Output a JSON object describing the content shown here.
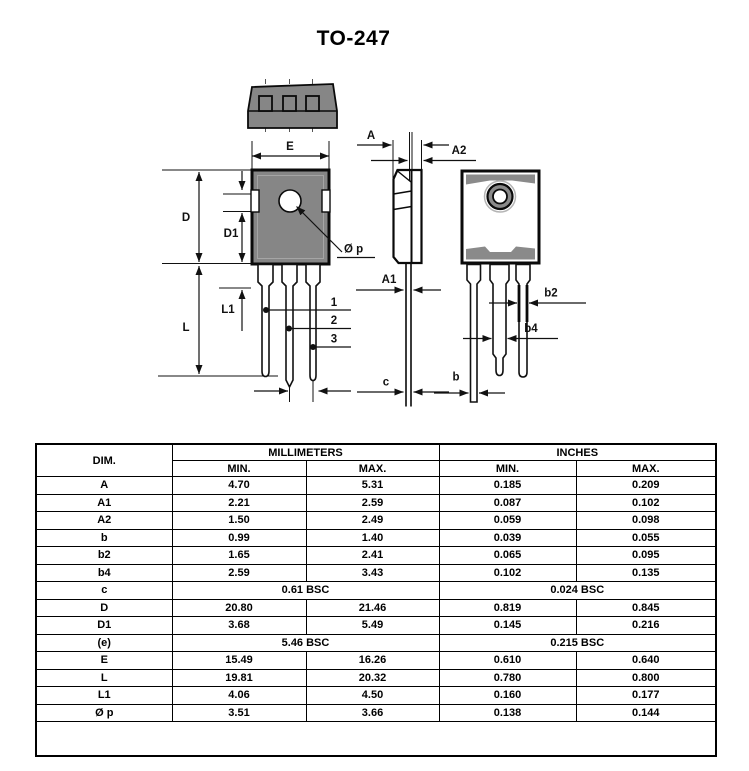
{
  "page": {
    "title": "TO-247"
  },
  "drawing": {
    "labels": {
      "E": "E",
      "D": "D",
      "D1": "D1",
      "L": "L",
      "L1": "L1",
      "A": "A",
      "A2": "A2",
      "A1": "A1",
      "c": "c",
      "b": "b",
      "b2": "b2",
      "b4": "b4",
      "dia_p": "Ø p",
      "pin1": "1",
      "pin2": "2",
      "pin3": "3"
    },
    "colors": {
      "body": "#868686",
      "band": "#8a8a8a",
      "outline": "#0a0a0a"
    }
  },
  "table": {
    "dim_header": "DIM.",
    "group_headers": {
      "mm": "MILLIMETERS",
      "in": "INCHES"
    },
    "sub_headers": {
      "mm_min": "MIN.",
      "mm_max": "MAX.",
      "in_min": "MIN.",
      "in_max": "MAX."
    },
    "rows": [
      {
        "dim": "A",
        "mm_min": "4.70",
        "mm_max": "5.31",
        "in_min": "0.185",
        "in_max": "0.209"
      },
      {
        "dim": "A1",
        "mm_min": "2.21",
        "mm_max": "2.59",
        "in_min": "0.087",
        "in_max": "0.102"
      },
      {
        "dim": "A2",
        "mm_min": "1.50",
        "mm_max": "2.49",
        "in_min": "0.059",
        "in_max": "0.098"
      },
      {
        "dim": "b",
        "mm_min": "0.99",
        "mm_max": "1.40",
        "in_min": "0.039",
        "in_max": "0.055"
      },
      {
        "dim": "b2",
        "mm_min": "1.65",
        "mm_max": "2.41",
        "in_min": "0.065",
        "in_max": "0.095"
      },
      {
        "dim": "b4",
        "mm_min": "2.59",
        "mm_max": "3.43",
        "in_min": "0.102",
        "in_max": "0.135"
      },
      {
        "dim": "c",
        "mm_bsc": "0.61 BSC",
        "in_bsc": "0.024 BSC"
      },
      {
        "dim": "D",
        "mm_min": "20.80",
        "mm_max": "21.46",
        "in_min": "0.819",
        "in_max": "0.845"
      },
      {
        "dim": "D1",
        "mm_min": "3.68",
        "mm_max": "5.49",
        "in_min": "0.145",
        "in_max": "0.216"
      },
      {
        "dim": "(e)",
        "mm_bsc": "5.46 BSC",
        "in_bsc": "0.215 BSC"
      },
      {
        "dim": "E",
        "mm_min": "15.49",
        "mm_max": "16.26",
        "in_min": "0.610",
        "in_max": "0.640"
      },
      {
        "dim": "L",
        "mm_min": "19.81",
        "mm_max": "20.32",
        "in_min": "0.780",
        "in_max": "0.800"
      },
      {
        "dim": "L1",
        "mm_min": "4.06",
        "mm_max": "4.50",
        "in_min": "0.160",
        "in_max": "0.177"
      },
      {
        "dim": "Ø p",
        "mm_min": "3.51",
        "mm_max": "3.66",
        "in_min": "0.138",
        "in_max": "0.144"
      }
    ]
  }
}
